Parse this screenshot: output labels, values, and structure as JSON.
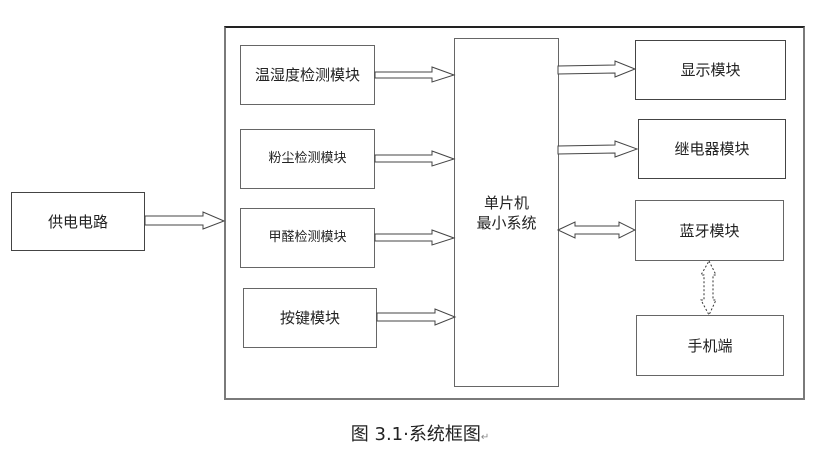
{
  "diagram": {
    "blocks": {
      "power": "供电电路",
      "temp_humidity": "温湿度检测模块",
      "dust": "粉尘检测模块",
      "formaldehyde": "甲醛检测模块",
      "keys": "按键模块",
      "mcu": "单片机\n最小系统",
      "display": "显示模块",
      "relay": "继电器模块",
      "bluetooth": "蓝牙模块",
      "phone": "手机端"
    },
    "connections": [
      {
        "from": "power",
        "to": "system",
        "type": "one-way"
      },
      {
        "from": "temp_humidity",
        "to": "mcu",
        "type": "one-way"
      },
      {
        "from": "dust",
        "to": "mcu",
        "type": "one-way"
      },
      {
        "from": "formaldehyde",
        "to": "mcu",
        "type": "one-way"
      },
      {
        "from": "keys",
        "to": "mcu",
        "type": "one-way"
      },
      {
        "from": "mcu",
        "to": "display",
        "type": "one-way"
      },
      {
        "from": "mcu",
        "to": "relay",
        "type": "one-way"
      },
      {
        "from": "mcu",
        "to": "bluetooth",
        "type": "two-way"
      },
      {
        "from": "bluetooth",
        "to": "phone",
        "type": "two-way-wireless"
      }
    ]
  },
  "caption": {
    "text": "图 3.1·系统框图",
    "mark": "↵"
  }
}
